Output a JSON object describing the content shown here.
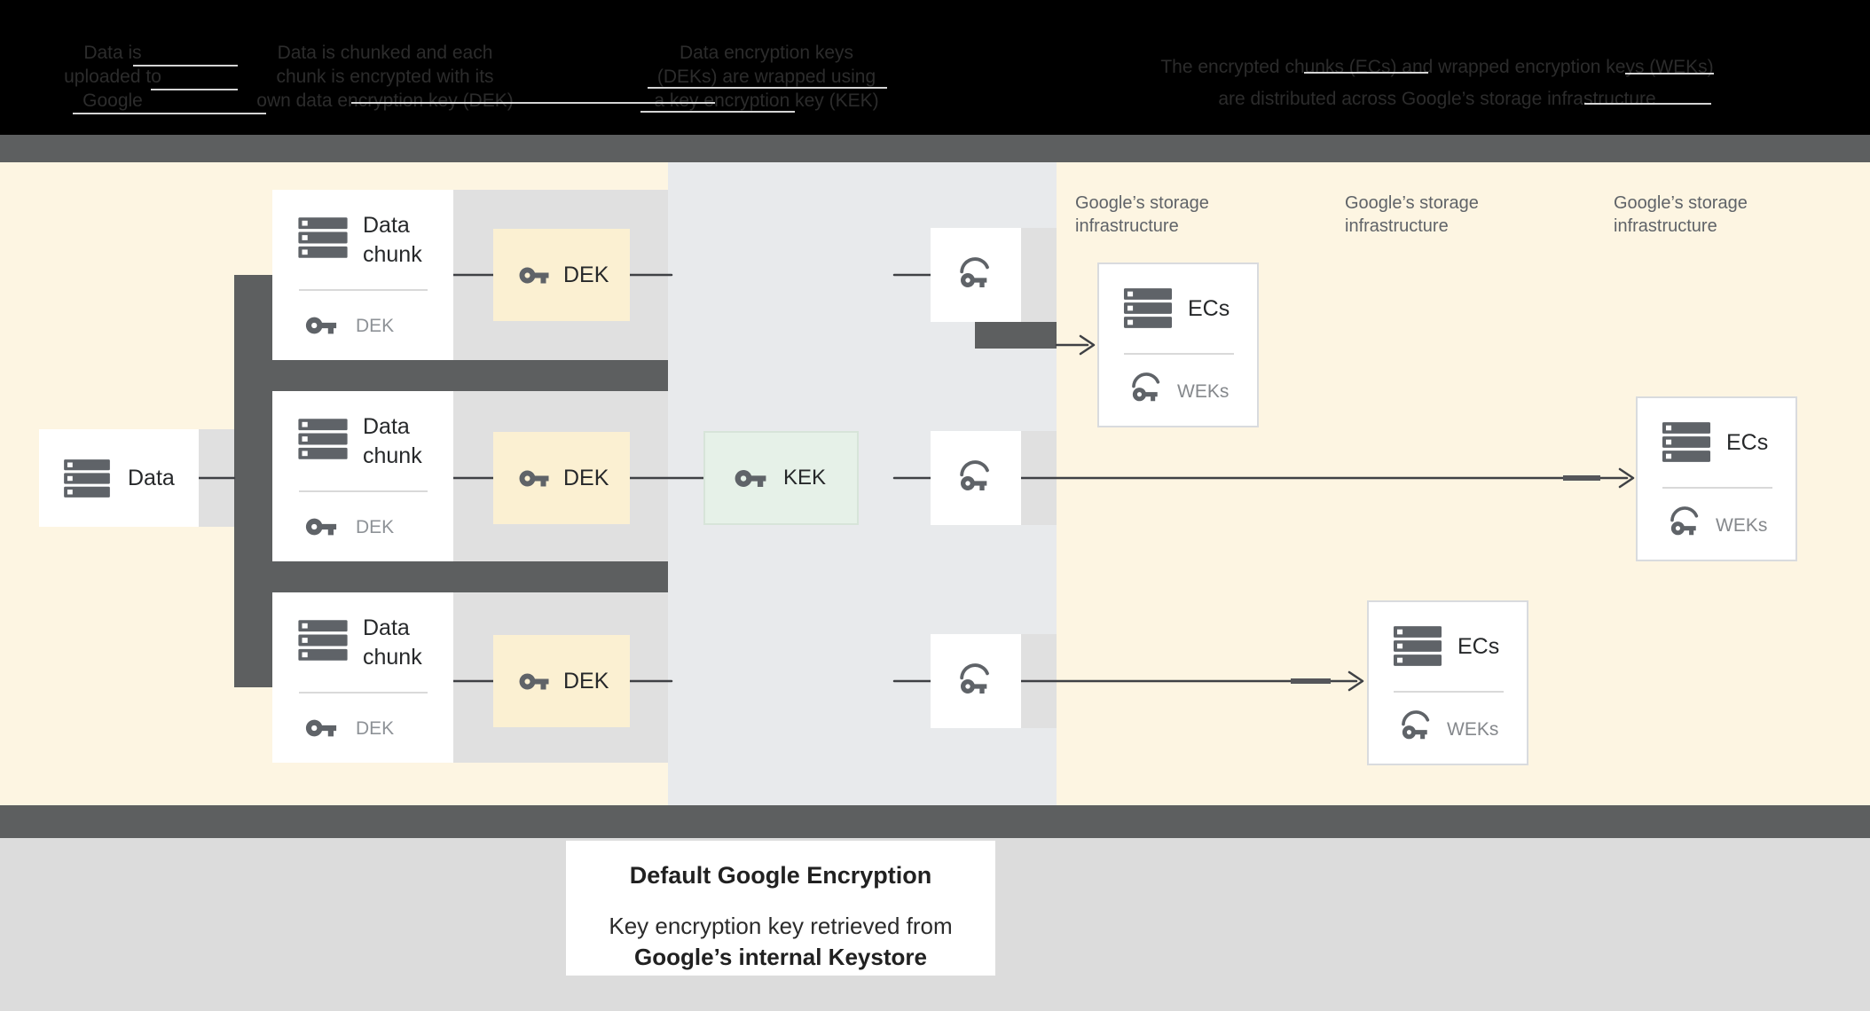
{
  "header": {
    "steps": [
      {
        "lines": [
          "Data is",
          "uploaded to",
          "Google"
        ]
      },
      {
        "lines": [
          "Data is chunked and each",
          "chunk is encrypted with its",
          "own data encryption key (DEK)"
        ]
      },
      {
        "lines": [
          "Data encryption keys",
          "(DEKs) are wrapped using",
          "a key encryption key (KEK)"
        ]
      },
      {
        "lines": [
          "The encrypted chunks (ECs) and wrapped encryption keys (WEKs)",
          "are distributed across Google’s storage infrastructure"
        ]
      }
    ]
  },
  "diagram": {
    "data_box": {
      "label": "Data"
    },
    "chunks": [
      {
        "title": "Data chunk",
        "key_label": "DEK"
      },
      {
        "title": "Data chunk",
        "key_label": "DEK"
      },
      {
        "title": "Data chunk",
        "key_label": "DEK"
      }
    ],
    "dek_boxes": [
      {
        "label": "DEK"
      },
      {
        "label": "DEK"
      },
      {
        "label": "DEK"
      }
    ],
    "kek_box": {
      "label": "KEK"
    },
    "storage_labels": [
      {
        "line1": "Google’s storage",
        "line2": "infrastructure"
      },
      {
        "line1": "Google’s storage",
        "line2": "infrastructure"
      },
      {
        "line1": "Google’s storage",
        "line2": "infrastructure"
      }
    ],
    "ec_boxes": [
      {
        "title": "ECs",
        "key_label": "WEKs"
      },
      {
        "title": "ECs",
        "key_label": "WEKs"
      },
      {
        "title": "ECs",
        "key_label": "WEKs"
      }
    ]
  },
  "caption": {
    "title": "Default Google Encryption",
    "line1": "Key encryption key retrieved from",
    "line2": "Google’s internal Keystore"
  },
  "colors": {
    "header_bg": "#000000",
    "header_text": "#2c2c2c",
    "band_dark": "#5d5f60",
    "zone_cream": "#fdf5e2",
    "zone_blue_gray": "#e8eaec",
    "connector_gray": "#e0e0e0",
    "dek_box_fill": "#fbf0d2",
    "kek_box_fill": "#e6f1e8",
    "kek_box_border": "#d7e4d9",
    "box_white": "#ffffff",
    "ec_box_border": "#d9dbde",
    "icon_gray": "#5f6368",
    "text_dark": "#26282a",
    "text_muted": "#8e9297",
    "line": "#3f4145",
    "footer_bg": "#dcdcdc"
  }
}
